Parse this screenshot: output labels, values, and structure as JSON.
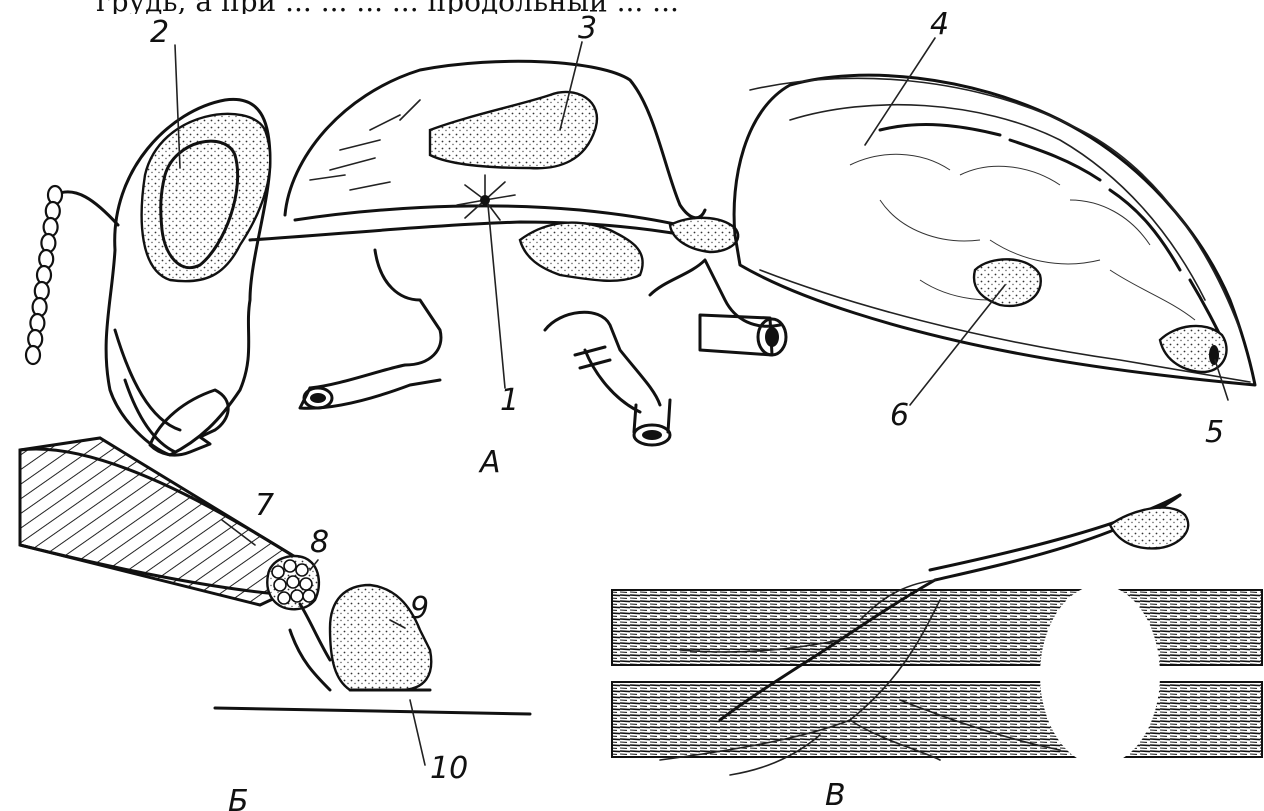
{
  "caption": "грудь, а при ... ... ... ... продольный ... ...",
  "panels": {
    "a": "А",
    "b": "Б",
    "c": "В"
  },
  "labels": [
    "1",
    "2",
    "3",
    "4",
    "5",
    "6",
    "7",
    "8",
    "9",
    "10"
  ]
}
